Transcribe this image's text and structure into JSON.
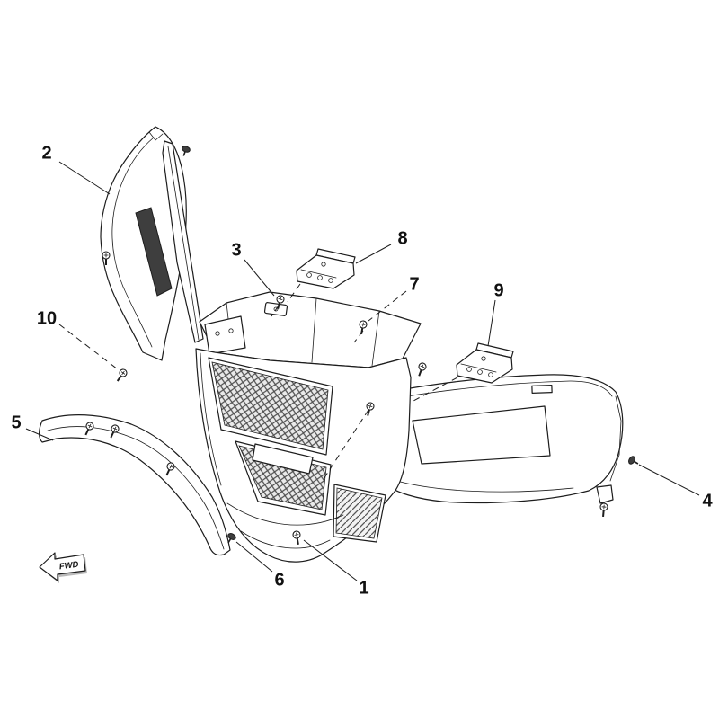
{
  "colors": {
    "line": "#1d1d1d",
    "background": "#ffffff"
  },
  "direction_marker": {
    "label": "FWD"
  },
  "callouts": [
    {
      "label": "1"
    },
    {
      "label": "2"
    },
    {
      "label": "3"
    },
    {
      "label": "4"
    },
    {
      "label": "5"
    },
    {
      "label": "6"
    },
    {
      "label": "7"
    },
    {
      "label": "8"
    },
    {
      "label": "9"
    },
    {
      "label": "10"
    }
  ]
}
